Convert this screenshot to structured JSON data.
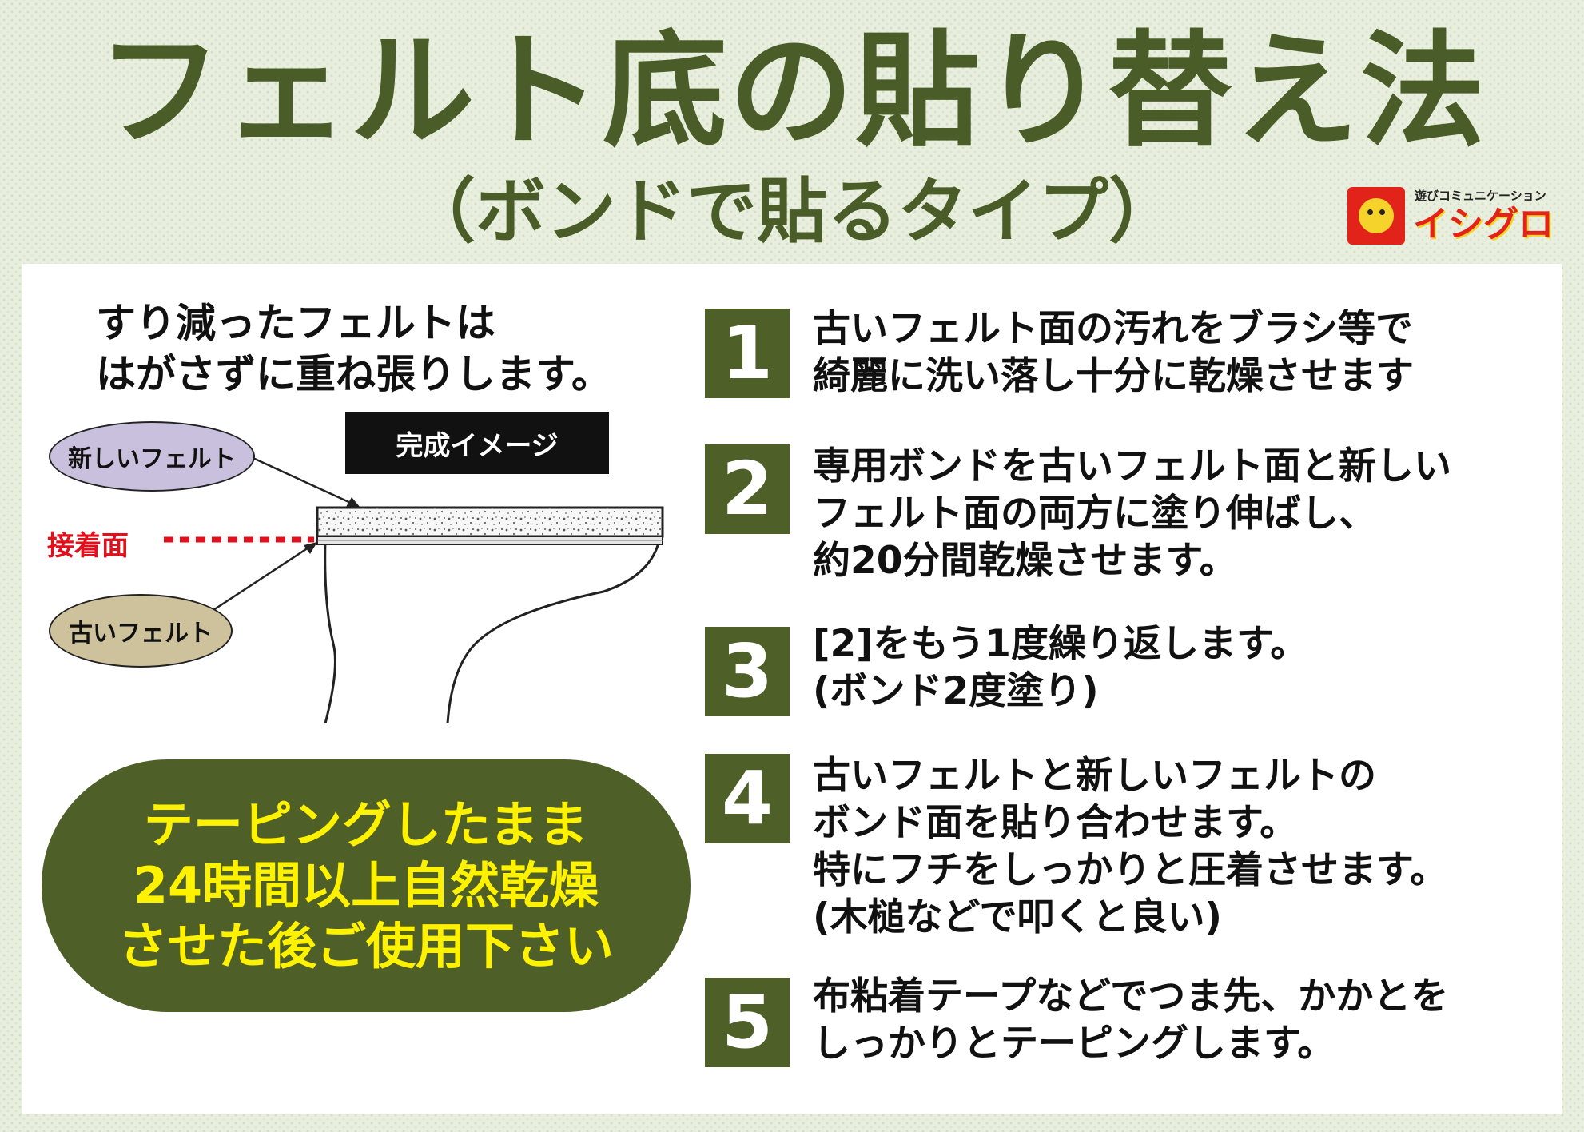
{
  "title": "フェルト底の貼り替え法",
  "subtitle": "（ボンドで貼るタイプ）",
  "logo": {
    "tagline": "遊びコミュニケーション",
    "name": "イシグロ",
    "icon": "mascot-logo-icon",
    "colors": {
      "red": "#e2231a",
      "yellow": "#f6d32a"
    }
  },
  "intro": {
    "lines": [
      "すり減ったフェルトは",
      "はがさずに重ね張りします。"
    ]
  },
  "diagram": {
    "completed_label": "完成イメージ",
    "new_felt_label": "新しいフェルト",
    "old_felt_label": "古いフェルト",
    "glue_surface_label": "接着面",
    "colors": {
      "new_felt_oval": "#c8c0dc",
      "old_felt_oval": "#cdc29b",
      "glue_line": "#e0111d"
    }
  },
  "notice": {
    "lines": [
      "テーピングしたまま",
      "24時間以上自然乾燥",
      "させた後ご使用下さい"
    ],
    "colors": {
      "background": "#4e5f28",
      "text": "#fff200"
    }
  },
  "steps": [
    {
      "number": "1",
      "lines": [
        "古いフェルト面の汚れをブラシ等で",
        "綺麗に洗い落し十分に乾燥させます"
      ]
    },
    {
      "number": "2",
      "lines": [
        "専用ボンドを古いフェルト面と新しい",
        "フェルト面の両方に塗り伸ばし、",
        "約20分間乾燥させます。"
      ]
    },
    {
      "number": "3",
      "lines": [
        "[2]をもう1度繰り返します。",
        "(ボンド2度塗り)"
      ]
    },
    {
      "number": "4",
      "lines": [
        "古いフェルトと新しいフェルトの",
        "ボンド面を貼り合わせます。",
        "特にフチをしっかりと圧着させます。",
        "(木槌などで叩くと良い)"
      ]
    },
    {
      "number": "5",
      "lines": [
        "布粘着テープなどでつま先、かかとを",
        "しっかりとテーピングします。"
      ]
    }
  ],
  "theme": {
    "accent_green": "#4e5f28",
    "title_green": "#4a5d28",
    "background": "#e9efde"
  }
}
